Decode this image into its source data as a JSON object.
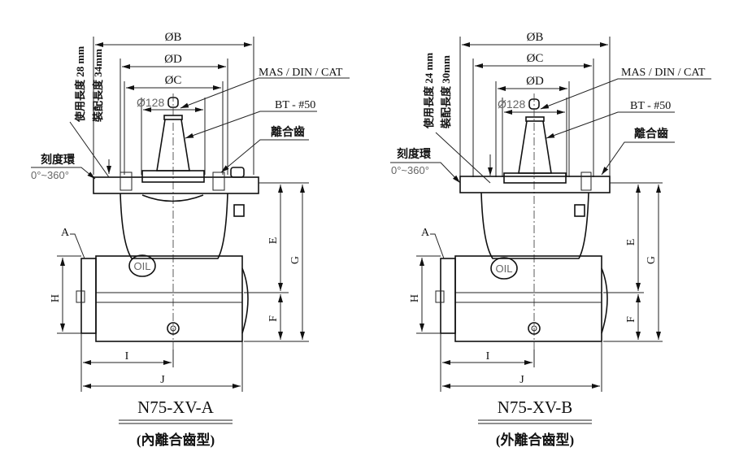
{
  "drawings": [
    {
      "model": "N75-XV-A",
      "type": "(內離合齒型)",
      "use_length": "使用長度 28 mm",
      "assembly_length": "裝配長度 34mm",
      "dims": {
        "outer": "ØB",
        "mid": "ØD",
        "inner": "ØC",
        "d128": "Ø128",
        "E": "E",
        "F": "F",
        "G": "G",
        "H": "H",
        "I": "I",
        "J": "J",
        "A": "A"
      },
      "callouts": {
        "holder": "MAS / DIN / CAT",
        "bt": "BT - #50",
        "clutch": "離合齒",
        "ring": "刻度環",
        "ring_range": "0°~360°",
        "oil": "OIL"
      }
    },
    {
      "model": "N75-XV-B",
      "type": "(外離合齒型)",
      "use_length": "使用長度 24 mm",
      "assembly_length": "裝配長度 30mm",
      "dims": {
        "outer": "ØB",
        "mid": "ØC",
        "inner": "ØD",
        "d128": "Ø128",
        "E": "E",
        "F": "F",
        "G": "G",
        "H": "H",
        "I": "I",
        "J": "J",
        "A": "A"
      },
      "callouts": {
        "holder": "MAS / DIN / CAT",
        "bt": "BT - #50",
        "clutch": "離合齒",
        "ring": "刻度環",
        "ring_range": "0°~360°",
        "oil": "OIL"
      }
    }
  ]
}
